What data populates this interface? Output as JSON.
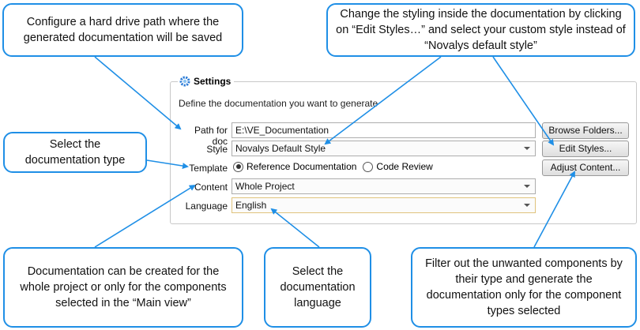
{
  "callouts": {
    "path": "Configure a hard drive path where the generated documentation will be saved",
    "style": "Change the styling inside the documentation by clicking on “Edit Styles…” and select your custom style instead of “Novalys default style”",
    "type": "Select the documentation type",
    "content": "Documentation can be created for the whole project or only for the components selected in the “Main view”",
    "language": "Select the documentation language",
    "filter": "Filter out the unwanted components by their type and generate the documentation only for the component types selected"
  },
  "settings": {
    "title": "Settings",
    "icon": "gear-icon",
    "description": "Define the documentation you want to generate",
    "path_label": "Path for doc",
    "path_value": "E:\\VE_Documentation",
    "style_label": "Style",
    "style_value": "Novalys Default Style",
    "template_label": "Template",
    "template_option_1": "Reference Documentation",
    "template_option_2": "Code Review",
    "content_label": "Content",
    "content_value": "Whole Project",
    "language_label": "Language",
    "language_value": "English",
    "browse_button": "Browse Folders...",
    "edit_styles_button": "Edit Styles...",
    "adjust_content_button": "Adjust Content..."
  },
  "colors": {
    "accent": "#1f8fe6",
    "focus_border": "#e0c37c"
  }
}
